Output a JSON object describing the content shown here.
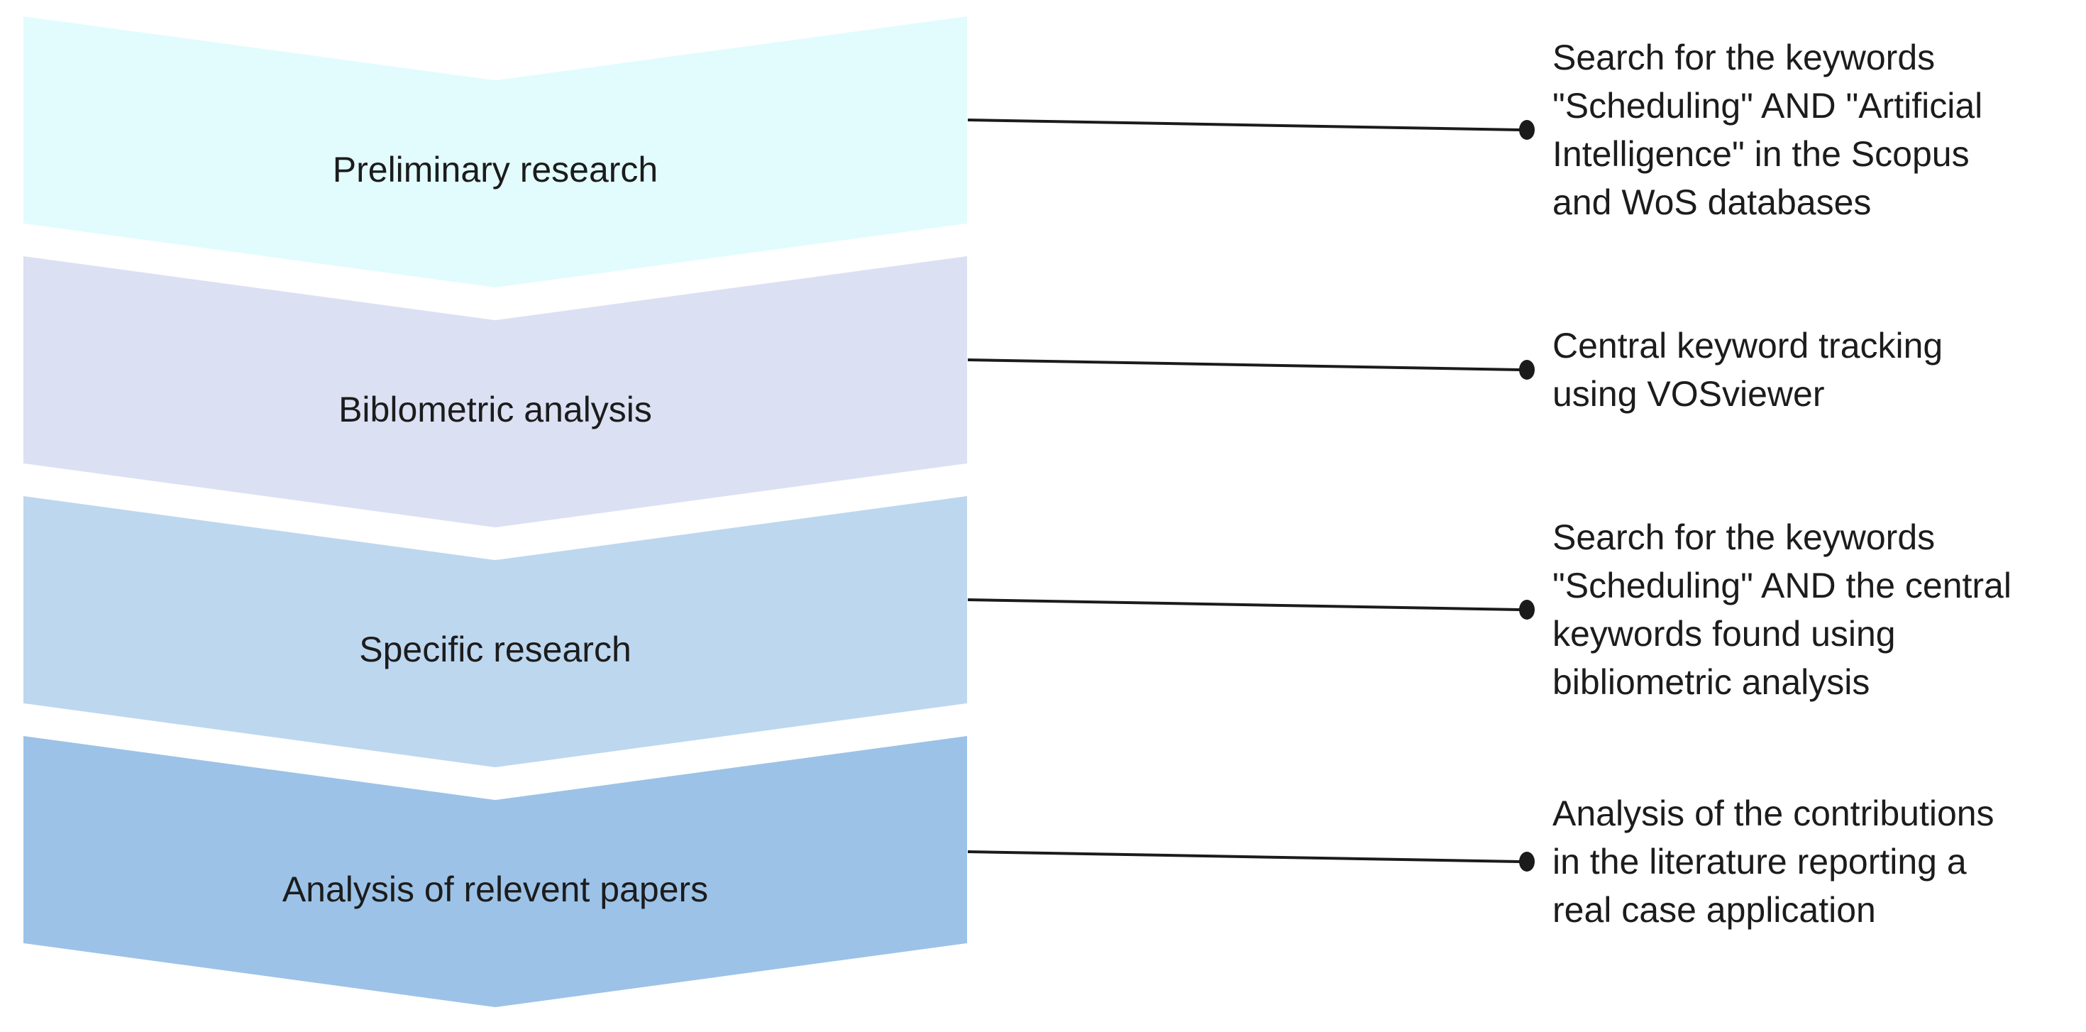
{
  "diagram": {
    "connector_color": "#1b1b1b",
    "steps": [
      {
        "label": "Preliminary research",
        "color": "#E2FCFE",
        "description_lines": [
          "Search for the keywords",
          "\"Scheduling\" AND \"Artificial",
          "Intelligence\" in the Scopus",
          "and WoS databases"
        ]
      },
      {
        "label": "Biblometric analysis",
        "color": "#DBE0F3",
        "description_lines": [
          "Central keyword tracking",
          "using VOSviewer"
        ]
      },
      {
        "label": "Specific research",
        "color": "#BDD7EF",
        "description_lines": [
          "Search for the keywords",
          "\"Scheduling\" AND the central",
          "keywords found using",
          "bibliometric analysis"
        ]
      },
      {
        "label": "Analysis of relevent papers",
        "color": "#9CC2E7",
        "description_lines": [
          "Analysis of the contributions",
          "in the literature reporting a",
          "real case application"
        ]
      }
    ]
  }
}
